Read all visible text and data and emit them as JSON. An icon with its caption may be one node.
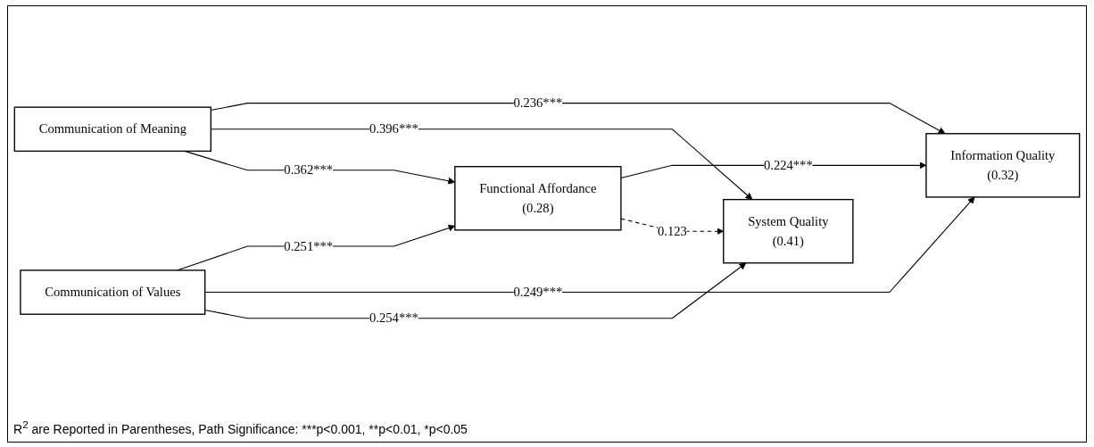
{
  "diagram": {
    "caption": "R$^{2}$ are Reported in Parentheses, Path Significance: ***p<0.001, **p<0.01, *p<0.05",
    "nodes": [
      {
        "text": [
          "Communication of Meaning"
        ]
      },
      {
        "text": [
          "Information Quality",
          "(0.32)"
        ]
      },
      {
        "text": [
          "Functional Affordance",
          "(0.28)"
        ]
      },
      {
        "text": [
          "Communication of Values"
        ]
      },
      {
        "text": [
          "System Quality",
          "(0.41)"
        ]
      }
    ],
    "edges": [
      {
        "from": 0,
        "to": 1,
        "arrow": "to",
        "label": "0.236***"
      },
      {
        "from": 0,
        "to": 4,
        "arrow": "to",
        "label": "0.396***"
      },
      {
        "from": 0,
        "to": 2,
        "arrow": "to",
        "label": "0.362***"
      },
      {
        "from": 2,
        "to": 1,
        "arrow": "to",
        "label": "0.224***"
      },
      {
        "from": 2,
        "to": 4,
        "arrow": "to",
        "label": "0.123",
        "style": "dashed"
      },
      {
        "from": 3,
        "to": 2,
        "arrow": "to",
        "label": "0.251***"
      },
      {
        "from": 3,
        "to": 1,
        "arrow": "to",
        "label": "0.249***"
      },
      {
        "from": 3,
        "to": 4,
        "arrow": "to",
        "label": "0.254***"
      }
    ]
  }
}
